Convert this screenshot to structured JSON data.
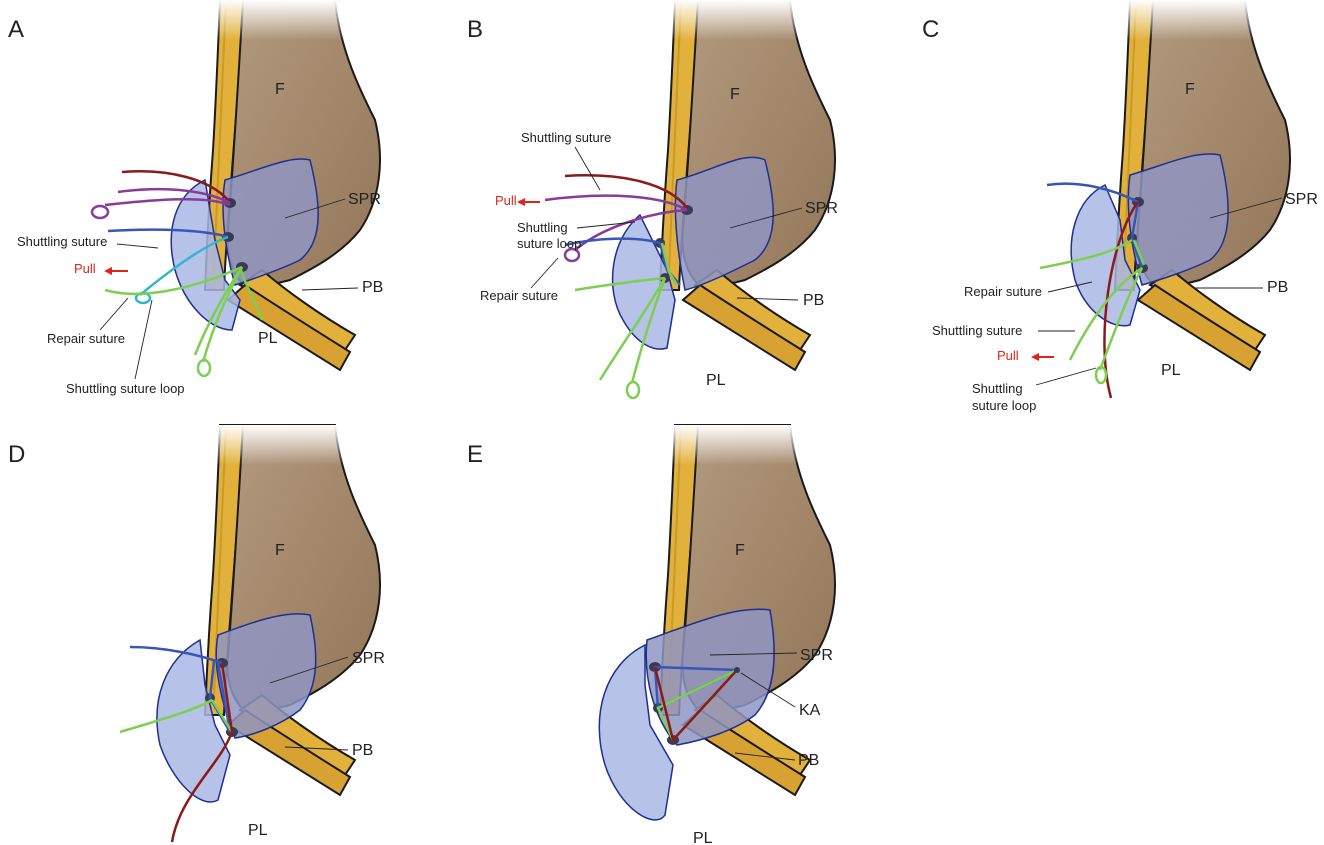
{
  "panels": [
    {
      "letter": "A",
      "labels": {
        "bone": "F",
        "retinaculum": "SPR",
        "tendon_brevis": "PB",
        "tendon_longus": "PL",
        "shuttling_suture": "Shuttling suture",
        "pull": "Pull",
        "repair_suture": "Repair suture",
        "shuttling_suture_loop": "Shuttling suture loop"
      }
    },
    {
      "letter": "B",
      "labels": {
        "bone": "F",
        "retinaculum": "SPR",
        "tendon_brevis": "PB",
        "tendon_longus": "PL",
        "shuttling_suture": "Shuttling suture",
        "pull": "Pull",
        "shuttling_suture_loop_line1": "Shuttling",
        "shuttling_suture_loop_line2": "suture loop",
        "repair_suture": "Repair suture"
      }
    },
    {
      "letter": "C",
      "labels": {
        "bone": "F",
        "retinaculum": "SPR",
        "tendon_brevis": "PB",
        "tendon_longus": "PL",
        "repair_suture": "Repair suture",
        "shuttling_suture": "Shuttling suture",
        "pull": "Pull",
        "shuttling_suture_loop_line1": "Shuttling",
        "shuttling_suture_loop_line2": "suture loop"
      }
    },
    {
      "letter": "D",
      "labels": {
        "bone": "F",
        "retinaculum": "SPR",
        "tendon_brevis": "PB",
        "tendon_longus": "PL"
      }
    },
    {
      "letter": "E",
      "labels": {
        "bone": "F",
        "retinaculum": "SPR",
        "knot_anchor": "KA",
        "tendon_brevis": "PB",
        "tendon_longus": "PL"
      }
    }
  ],
  "colors": {
    "bone": "#a58a6e",
    "bone_shadow": "#8a7058",
    "tendon": "#e2b13c",
    "tendon_dark": "#c99a27",
    "retinaculum": "#8f95c2",
    "retinaculum_flap": "#a9b7e3",
    "outline": "#1f2f8f",
    "suture_dark_red": "#8b1a1a",
    "suture_purple": "#8a3a9a",
    "suture_blue": "#3a55b8",
    "suture_cyan": "#30b6d0",
    "suture_green": "#7dcf4f",
    "pull_arrow": "#e0241b"
  }
}
